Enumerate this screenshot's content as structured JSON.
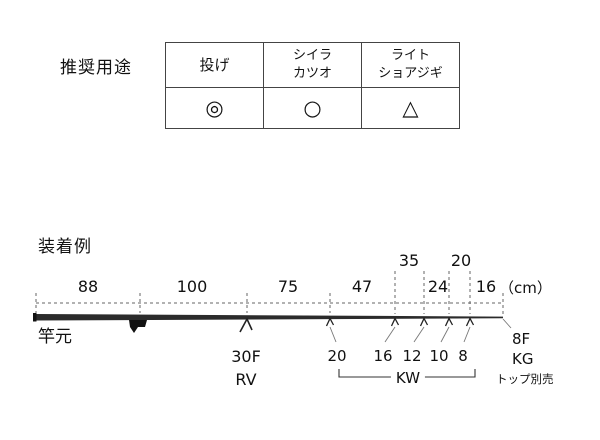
{
  "usage": {
    "label": "推奨用途",
    "columns": [
      {
        "lines": [
          "投げ"
        ],
        "symbol": "◎"
      },
      {
        "lines": [
          "シイラ",
          "カツオ"
        ],
        "symbol": "○"
      },
      {
        "lines": [
          "ライト",
          "ショアジギ"
        ],
        "symbol": "△"
      }
    ]
  },
  "diagram": {
    "label": "装着例",
    "butt_label": "竿元",
    "unit": "（cm）",
    "spacings": [
      "88",
      "100",
      "75",
      "47",
      "35",
      "24",
      "20",
      "16"
    ],
    "butt_guide": {
      "size": "30F",
      "frame": "RV"
    },
    "tip_guides": {
      "sizes": [
        "20",
        "16",
        "12",
        "10",
        "8"
      ],
      "frame": "KW"
    },
    "top_guide": {
      "size": "8F",
      "frame": "KG",
      "note": "トップ別売"
    }
  }
}
